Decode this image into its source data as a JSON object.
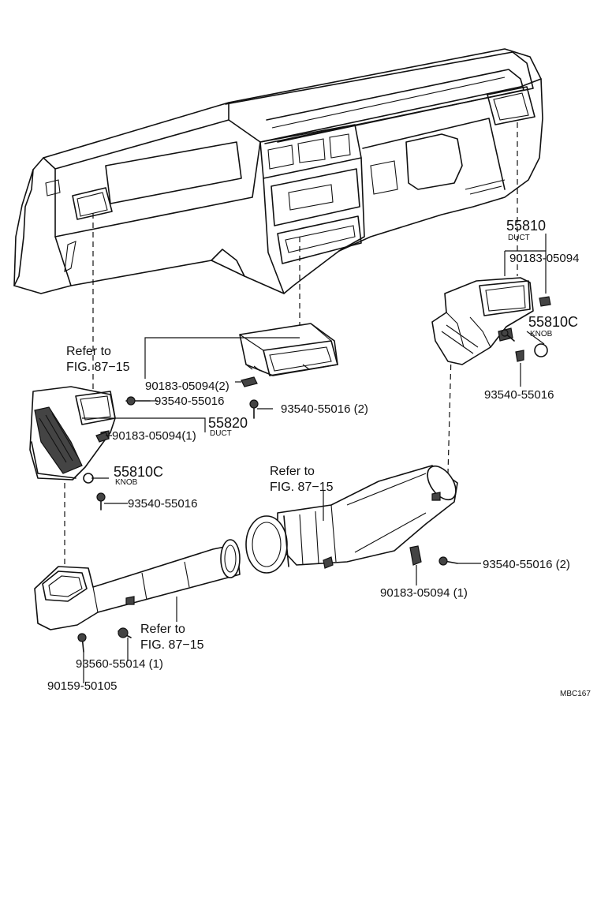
{
  "labels": {
    "ref_left_1": "Refer to",
    "ref_left_2": "FIG. 87−15",
    "ref_mid_1": "Refer to",
    "ref_mid_2": "FIG. 87−15",
    "ref_bottom_1": "Refer to",
    "ref_bottom_2": "FIG. 87−15",
    "part_55810": "55810",
    "part_55810_name": "DUCT",
    "part_90183_right": "90183-05094",
    "part_55810c_right": "55810C",
    "part_55810c_right_name": "KNOB",
    "part_93540_right": "93540-55016",
    "part_90183_center": "90183-05094(2)",
    "part_93540_center1": "93540-55016",
    "part_93540_center2": "93540-55016 (2)",
    "part_55820": "55820",
    "part_55820_name": "DUCT",
    "part_90183_left": "90183-05094(1)",
    "part_55810c_left": "55810C",
    "part_55810c_left_name": "KNOB",
    "part_93540_left": "93540-55016",
    "part_93540_lower_right": "93540-55016 (2)",
    "part_90183_lower_right": "90183-05094 (1)",
    "part_93560": "93560-55014 (1)",
    "part_90159": "90159-50105",
    "drawing_code": "MBC167"
  },
  "colors": {
    "line": "#111111",
    "background": "#ffffff"
  }
}
